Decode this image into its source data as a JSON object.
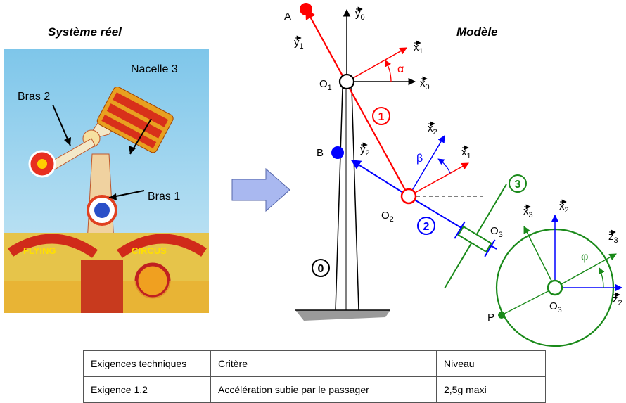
{
  "titles": {
    "real": "Système réel",
    "model": "Modèle"
  },
  "photo": {
    "labels": {
      "nacelle": "Nacelle 3",
      "bras2": "Bras 2",
      "bras1": "Bras 1"
    },
    "signs": {
      "left": "FLYING",
      "right": "CIRCUS"
    }
  },
  "model": {
    "points": {
      "A": "A",
      "B": "B",
      "P": "P"
    },
    "base": [
      "O",
      "1"
    ],
    "o2": [
      "O",
      "2"
    ],
    "o3_arm": [
      "O",
      "3"
    ],
    "o3_disc": [
      "O",
      "3"
    ],
    "axes": {
      "y0": [
        "y",
        "0"
      ],
      "x0": [
        "x",
        "0"
      ],
      "y1": [
        "y",
        "1"
      ],
      "x1_top": [
        "x",
        "1"
      ],
      "x1_mid": [
        "x",
        "1"
      ],
      "x2_mid": [
        "x",
        "2"
      ],
      "y2": [
        "y",
        "2"
      ],
      "x3": [
        "x",
        "3"
      ],
      "x2_disc": [
        "x",
        "2"
      ],
      "z3": [
        "z",
        "3"
      ],
      "z2": [
        "z",
        "2"
      ]
    },
    "angles": {
      "alpha": "α",
      "beta": "β",
      "phi": "φ"
    },
    "solids": {
      "s0": "0",
      "s1": "1",
      "s2": "2",
      "s3": "3"
    },
    "colors": {
      "s0": "#000000",
      "s1": "#ff0000",
      "s2": "#0000ff",
      "s3": "#1a8a1a"
    }
  },
  "table": {
    "header": [
      "Exigences techniques",
      "Critère",
      "Niveau"
    ],
    "rows": [
      [
        "Exigence 1.2",
        "Accélération subie par le passager",
        "2,5g maxi"
      ]
    ]
  }
}
